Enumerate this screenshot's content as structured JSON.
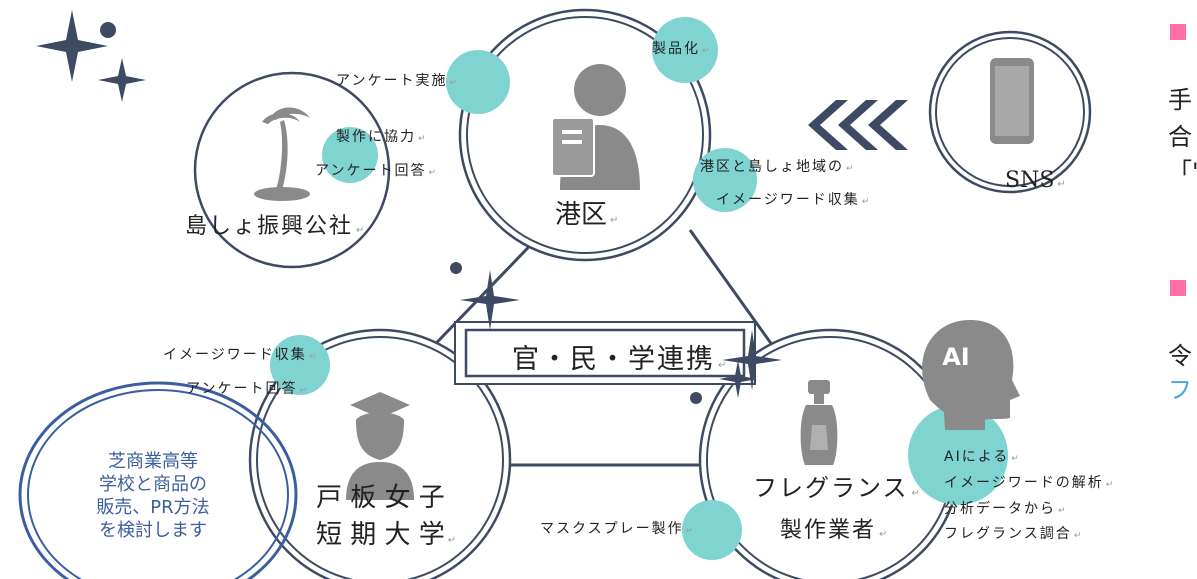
{
  "colors": {
    "teal": "#7fd4d2",
    "navy": "#3e4a63",
    "gray_icon": "#8a8a8a",
    "note_blue": "#3b5f9e",
    "pink": "#ff6fa5"
  },
  "return_mark": "↵",
  "nodes": {
    "minato": "港区",
    "island": "島しょ振興公社",
    "college_line1": "戸 板 女 子",
    "college_line2": "短 期 大 学",
    "fragrance_line1": "フレグランス",
    "fragrance_line2": "製作業者",
    "sns": "SNS",
    "center": "官・民・学連携"
  },
  "labels": {
    "survey_conduct": "アンケート実施",
    "productize": "製品化",
    "coop": "製作に協力",
    "survey_answer_island": "アンケート回答",
    "collect_words_line1": "港区と島しょ地域の",
    "collect_words_line2": "イメージワード収集",
    "college_collect": "イメージワード収集",
    "college_answer": "アンケート回答",
    "ai_line1": "AIによる",
    "ai_line2": "イメージワードの解析",
    "ai_line3": "分析データから",
    "ai_line4": "フレグランス調合",
    "mask_spray": "マスクスプレー製作"
  },
  "ai_badge": "AI",
  "note": [
    "芝商業高等",
    "学校と商品の",
    "販売、PR方法",
    "を検討します"
  ],
  "right_text": {
    "line1": "手",
    "line2": "合",
    "line3": "「'",
    "line4": "令",
    "line5": "フ"
  },
  "icons": [
    "sparkle-icon",
    "palm-tree-icon",
    "businessman-icon",
    "smartphone-icon",
    "chevrons-left-icon",
    "graduate-woman-icon",
    "perfume-bottle-icon",
    "ai-head-icon"
  ]
}
